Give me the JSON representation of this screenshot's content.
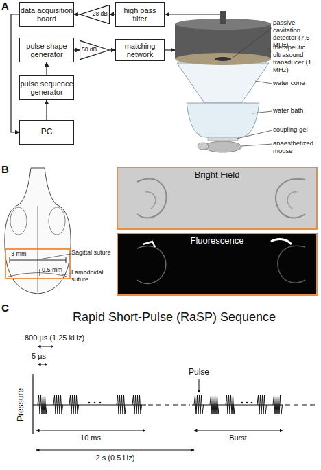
{
  "diagram": {
    "nodes": [
      {
        "text": [
          "data acquisition board"
        ]
      },
      {
        "text": [
          "28 dB"
        ]
      },
      {
        "text": [
          "high pass filter"
        ]
      },
      {
        "text": [
          "pulse shape generator"
        ]
      },
      {
        "text": [
          "50 dB"
        ]
      },
      {
        "text": [
          "matching network"
        ]
      },
      {
        "text": [
          "pulse sequence generator"
        ]
      },
      {
        "text": [
          "PC"
        ]
      },
      {
        "text": [
          "Bright Field"
        ]
      },
      {
        "text": [
          "Fluorescence"
        ]
      }
    ],
    "edges": [
      {
        "from": 2,
        "to": 1,
        "arrow": "to"
      },
      {
        "from": 1,
        "to": 0,
        "arrow": "to"
      },
      {
        "from": 3,
        "to": 4,
        "arrow": "to"
      },
      {
        "from": 4,
        "to": 5,
        "arrow": "to"
      },
      {
        "from": 6,
        "to": 3,
        "arrow": "to"
      },
      {
        "from": 7,
        "to": 6,
        "arrow": "to"
      },
      {
        "from": 0,
        "to": 7,
        "arrow": "to"
      }
    ],
    "labels": [
      "A",
      "passive cavitation detector (7.5 MHz)",
      "therapeutic ultrasound transducer (1 MHz)",
      "water cone",
      "water bath",
      "coupling gel",
      "anaesthetized mouse",
      "B",
      "3 mm",
      "0.5 mm",
      "Sagittal suture",
      "Lambdoidal suture",
      "C",
      "Rapid Short-Pulse (RaSP) Sequence",
      "800 µs (1.25 kHz)",
      "5 µs",
      "Pressure",
      "Pulse",
      "10 ms",
      "Burst",
      "2 s (0.5 Hz)"
    ]
  }
}
